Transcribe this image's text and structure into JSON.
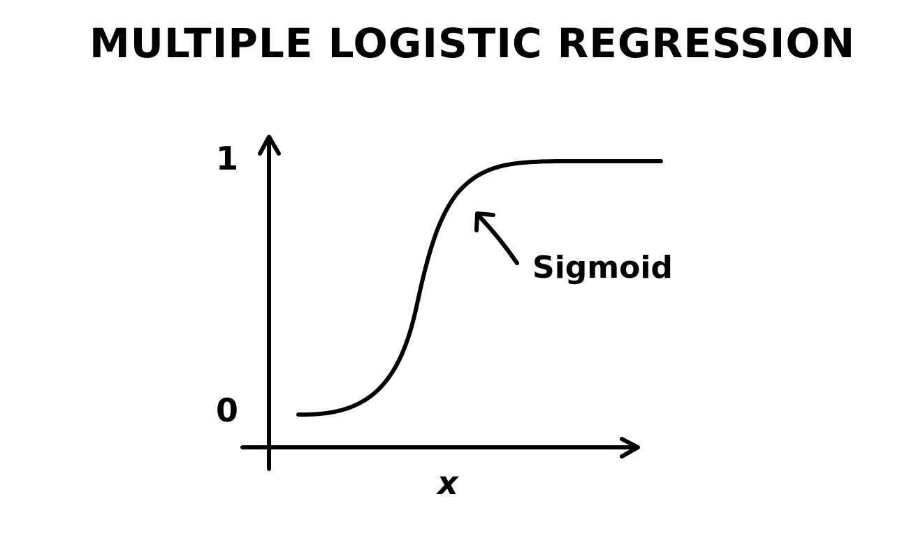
{
  "title": "MULTIPLE LOGISTIC REGRESSION",
  "y_ticks": {
    "top": "1",
    "bottom": "0"
  },
  "x_axis_label": "x",
  "annotation": "Sigmoid",
  "colors": {
    "background": "#ffffff",
    "ink": "#000000"
  }
}
